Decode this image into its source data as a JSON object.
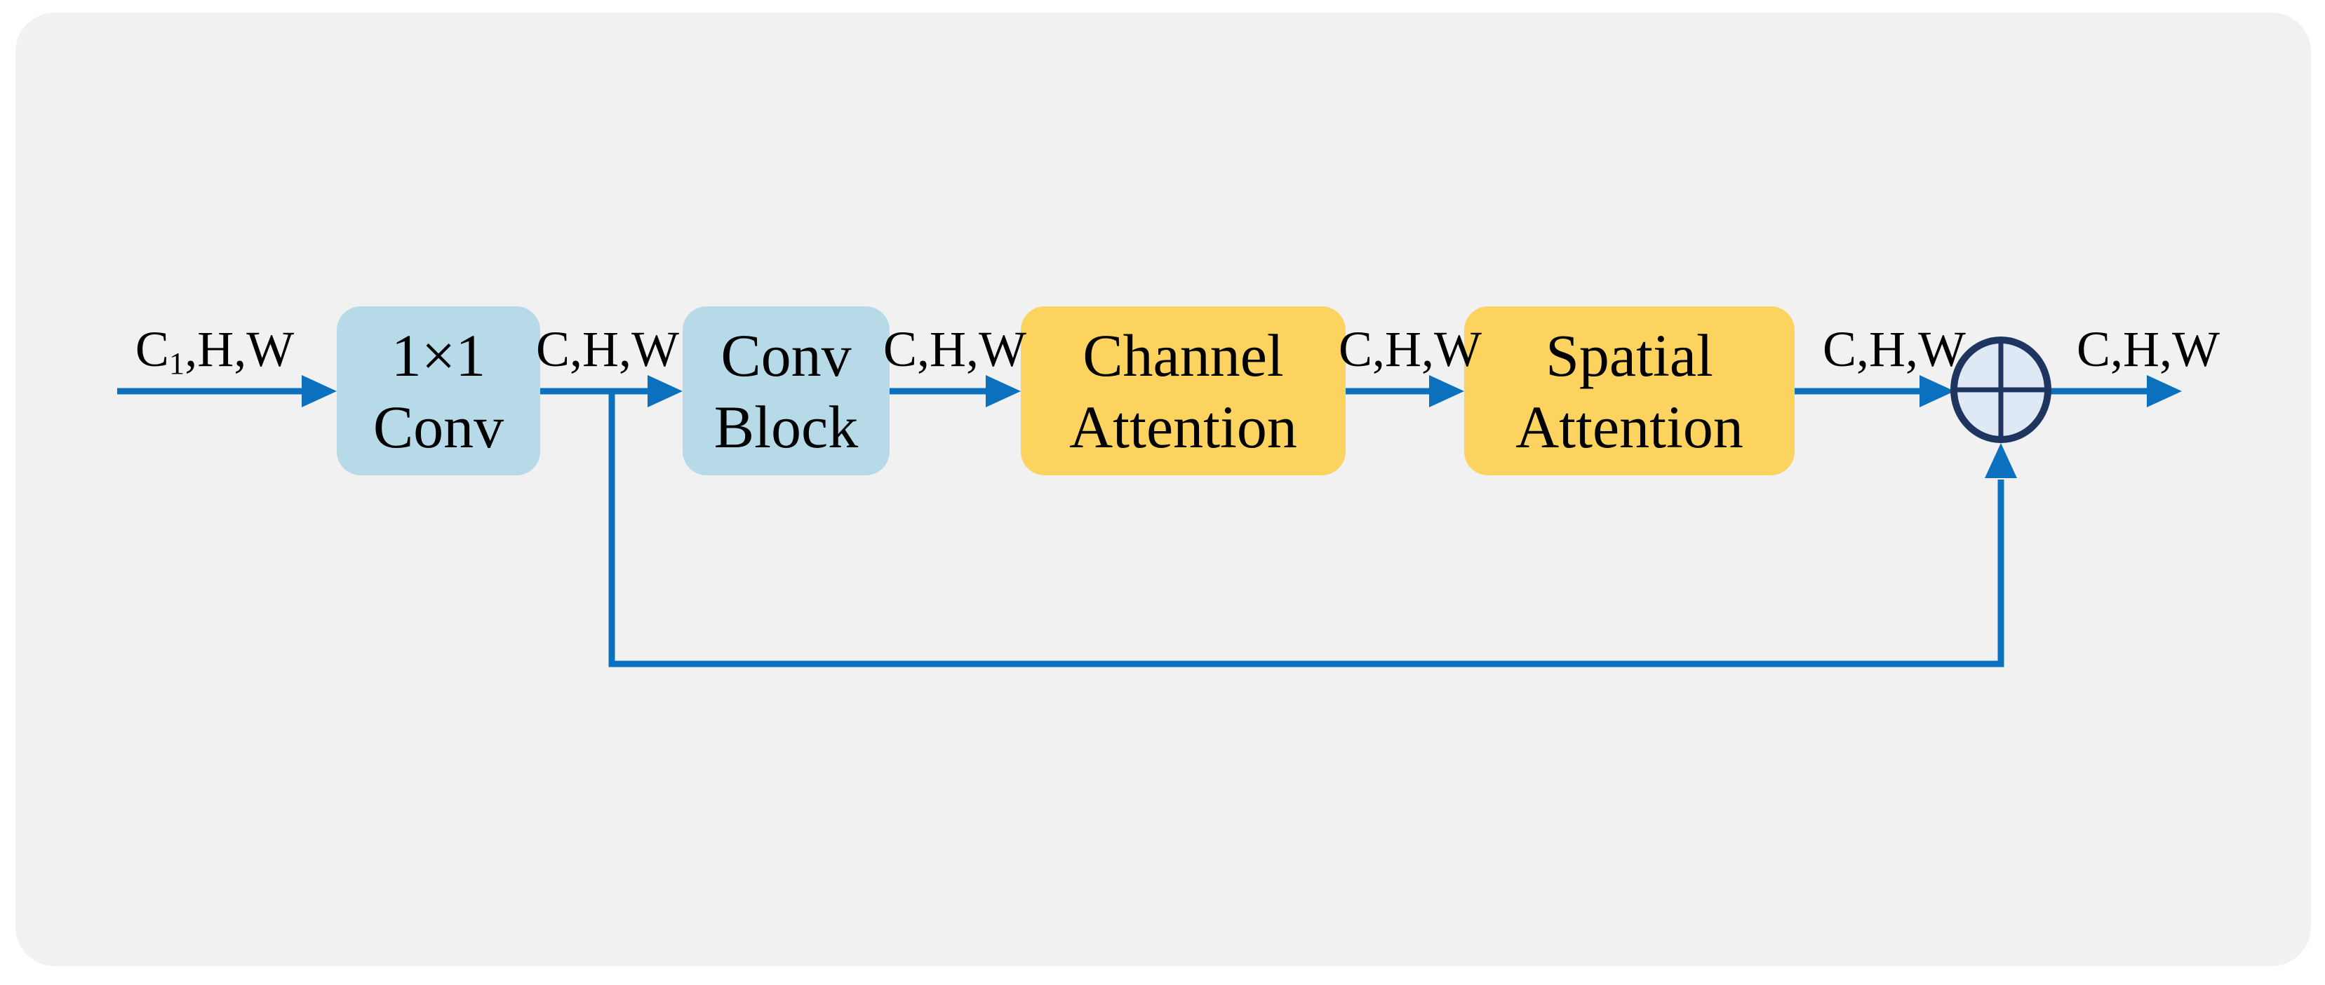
{
  "figure": {
    "kind": "architecture-block-diagram",
    "page_background": "#FFFFFF",
    "panel_background": "#F1F1F1"
  },
  "colors": {
    "arrow_blue": "#0B70BE",
    "conv_box_fill": "#B6DAE7",
    "attention_box_fill": "#FCD35F",
    "operator_fill": "#DFE9F6",
    "operator_stroke": "#1E3560",
    "text": "#000000"
  },
  "diagram": {
    "nodes": [
      {
        "id": "conv-1x1",
        "lines": [
          "1×1",
          "Conv"
        ],
        "fill": "#B6DAE7"
      },
      {
        "id": "conv-block",
        "lines": [
          "Conv",
          "Block"
        ],
        "fill": "#B6DAE7"
      },
      {
        "id": "channel-attention",
        "lines": [
          "Channel",
          "Attention"
        ],
        "fill": "#FCD35F"
      },
      {
        "id": "spatial-attention",
        "lines": [
          "Spatial",
          "Attention"
        ],
        "fill": "#FCD35F"
      }
    ],
    "labels": {
      "input": {
        "base": "C",
        "subscript": "1",
        "rest": ",H,W"
      },
      "flow": [
        "C,H,W",
        "C,H,W",
        "C,H,W",
        "C,H,W",
        "C,H,W"
      ]
    },
    "operator": {
      "icon": "circled-plus"
    }
  }
}
